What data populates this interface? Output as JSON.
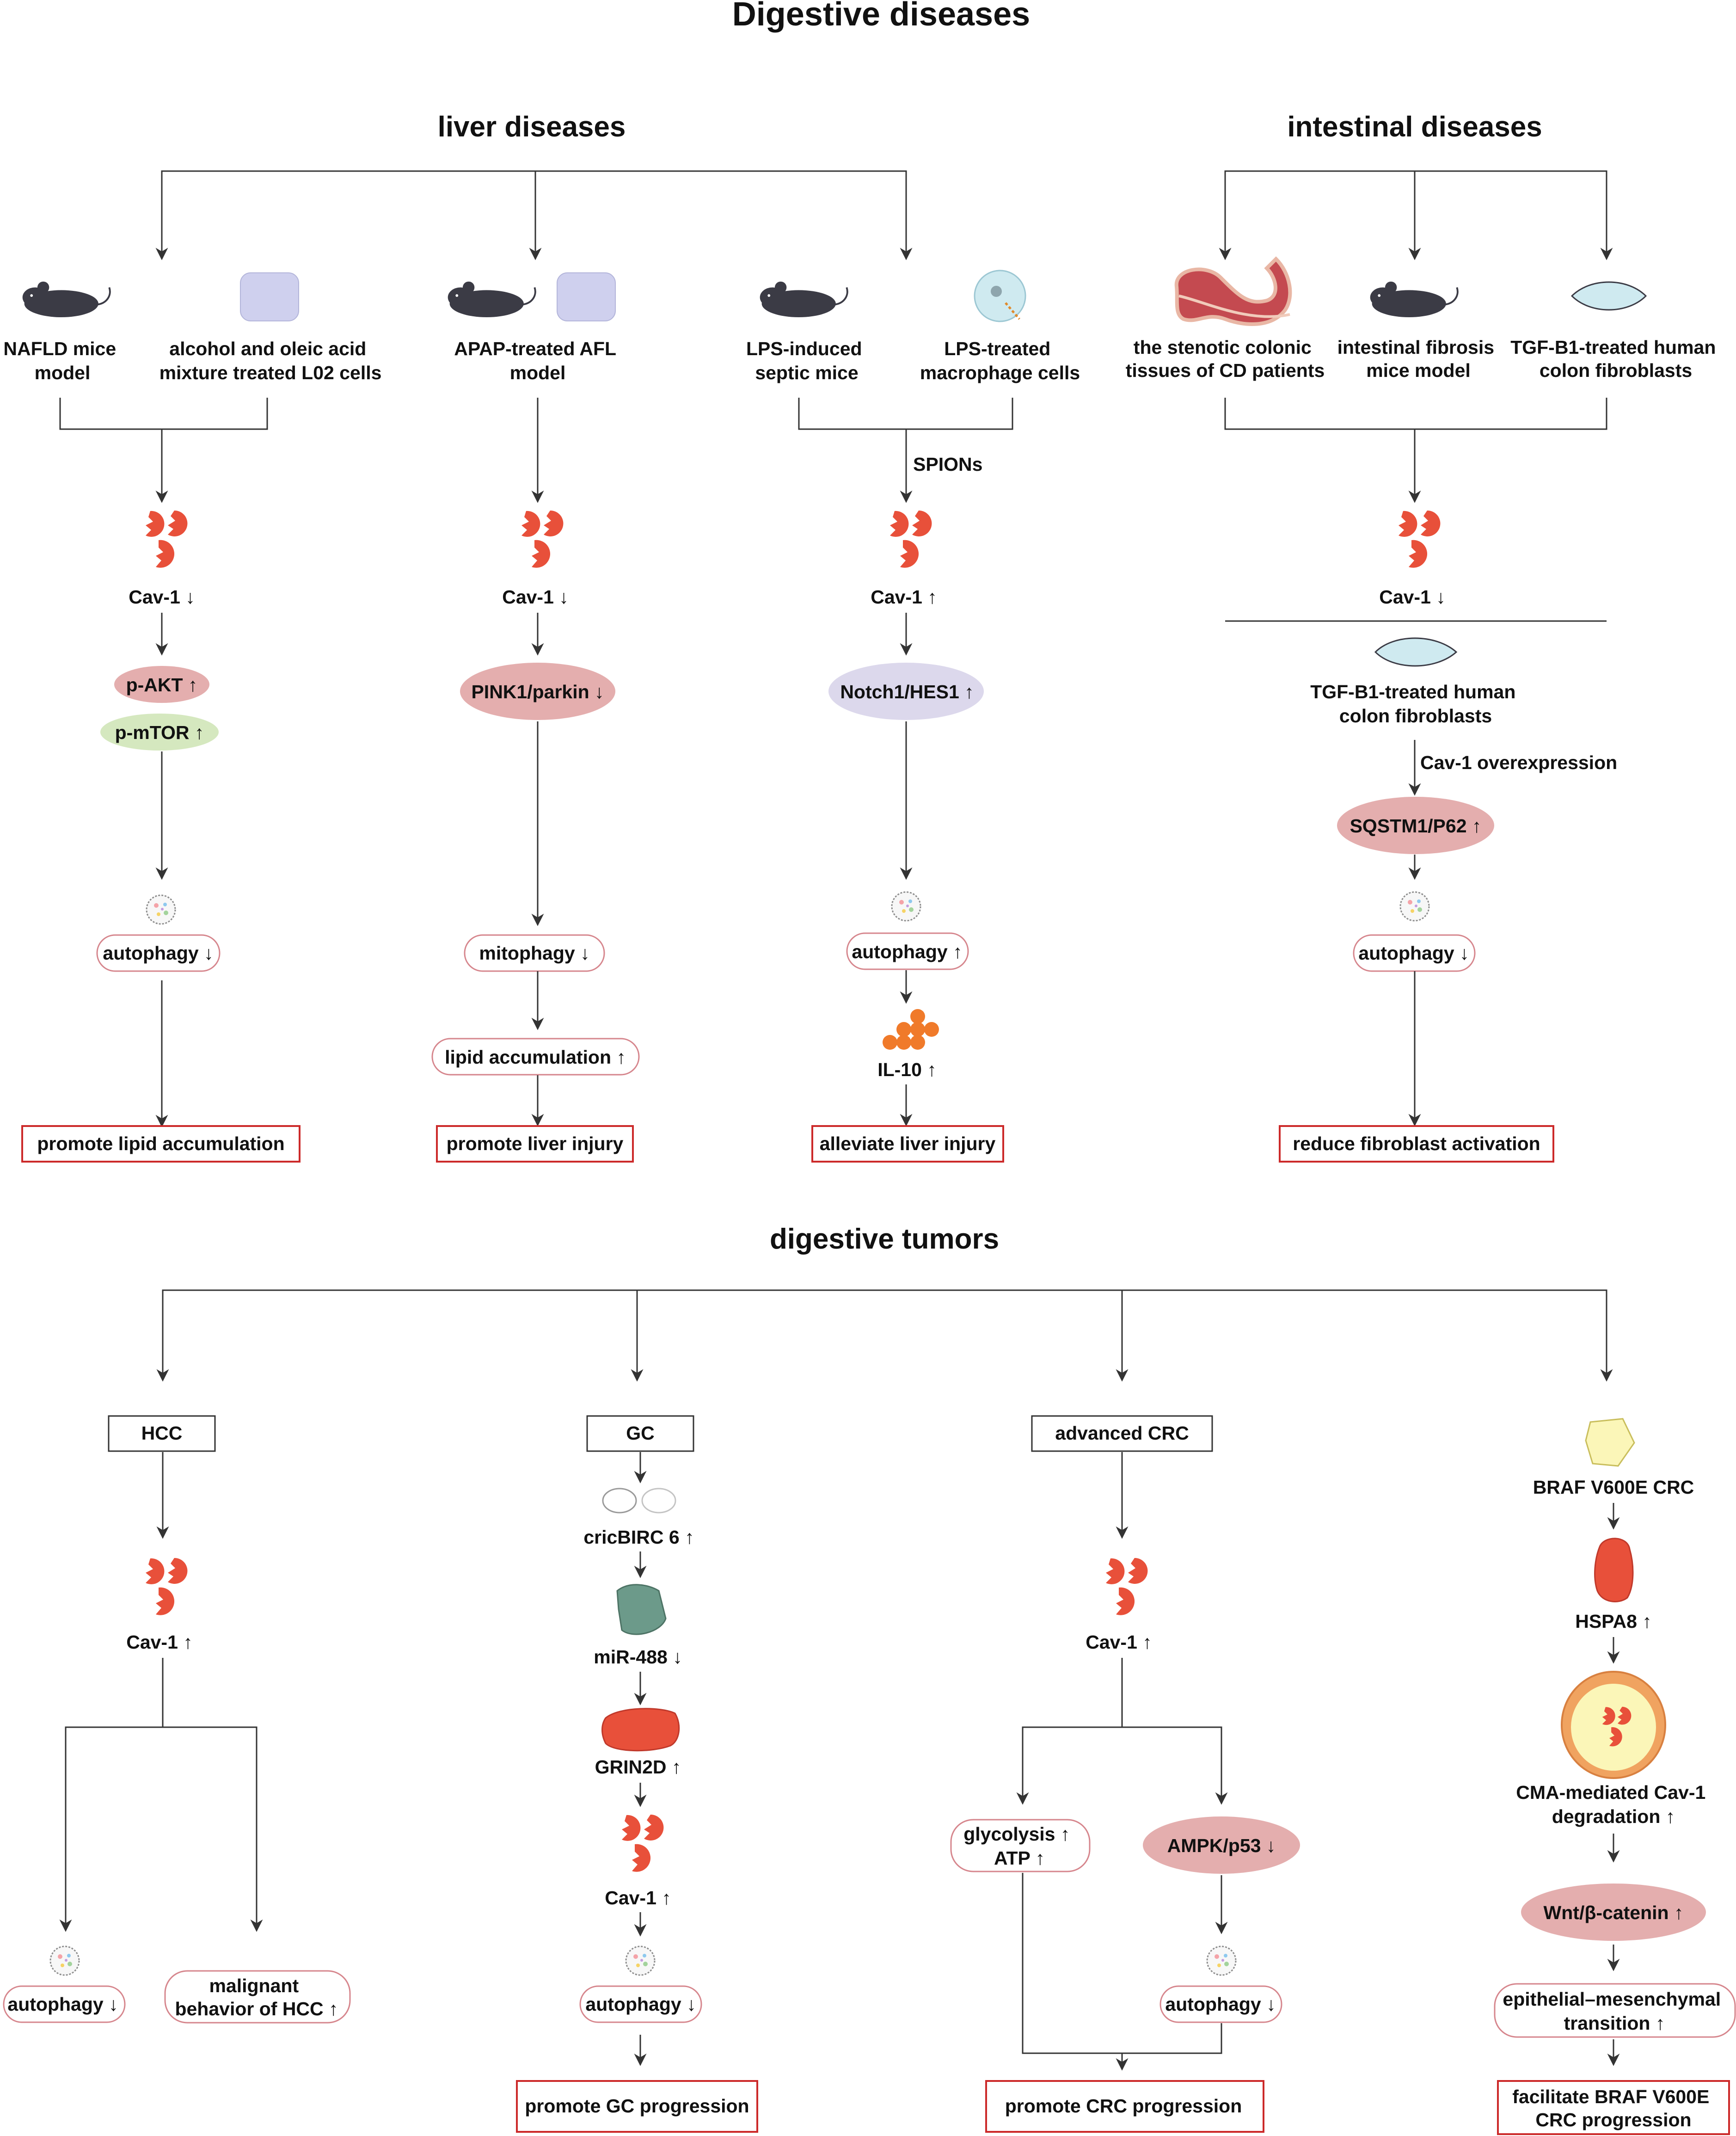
{
  "title": "Digestive diseases",
  "sections": {
    "liver": "liver diseases",
    "intestinal": "intestinal diseases",
    "tumors": "digestive tumors"
  },
  "liver": {
    "col1": {
      "model_a": [
        "NAFLD mice",
        "model"
      ],
      "model_b": [
        "alcohol and oleic acid",
        "mixture treated L02 cells"
      ],
      "cav": "Cav-1 ↓",
      "mediator_a": "p-AKT ↑",
      "mediator_b": "p-mTOR ↑",
      "process": "autophagy ↓",
      "outcome": "promote lipid accumulation"
    },
    "col2": {
      "model": [
        "APAP-treated AFL",
        "model"
      ],
      "cav": "Cav-1 ↓",
      "mediator": "PINK1/parkin ↓",
      "process": "mitophagy ↓",
      "process2": "lipid accumulation ↑",
      "outcome": "promote liver injury"
    },
    "col3": {
      "model_a": [
        "LPS-induced",
        "septic mice"
      ],
      "model_b": [
        "LPS-treated",
        "macrophage cells"
      ],
      "treatment": "SPIONs",
      "cav": "Cav-1 ↑",
      "mediator": "Notch1/HES1 ↑",
      "process": "autophagy ↑",
      "cytokine": "IL-10 ↑",
      "outcome": "alleviate liver injury"
    }
  },
  "intestinal": {
    "model_a": [
      "the stenotic colonic",
      "tissues of CD patients"
    ],
    "model_b": [
      "intestinal fibrosis",
      "mice model"
    ],
    "model_c": [
      "TGF-B1-treated human",
      "colon fibroblasts"
    ],
    "cav": "Cav-1 ↓",
    "sub_model": [
      "TGF-B1-treated human",
      "colon fibroblasts"
    ],
    "intervention": "Cav-1 overexpression",
    "mediator": "SQSTM1/P62 ↑",
    "process": "autophagy ↓",
    "outcome": "reduce fibroblast activation"
  },
  "tumors": {
    "hcc": {
      "label": "HCC",
      "cav": "Cav-1 ↑",
      "process": "autophagy ↓",
      "behavior": [
        "malignant",
        "behavior of HCC ↑"
      ]
    },
    "gc": {
      "label": "GC",
      "circ": "cricBIRC 6 ↑",
      "mirna": "miR-488 ↓",
      "grin": "GRIN2D ↑",
      "cav": "Cav-1 ↑",
      "process": "autophagy ↓",
      "outcome": "promote GC progression"
    },
    "crc": {
      "label": "advanced  CRC",
      "cav": "Cav-1 ↑",
      "glycolysis": [
        "glycolysis ↑",
        "ATP ↑"
      ],
      "ampk": "AMPK/p53 ↓",
      "process": "autophagy ↓",
      "outcome": "promote CRC progression"
    },
    "braf": {
      "label": "BRAF V600E CRC",
      "hspa": "HSPA8 ↑",
      "cma": [
        "CMA-mediated Cav-1",
        "degradation ↑"
      ],
      "wnt": "Wnt/β-catenin ↑",
      "emt": [
        "epithelial–mesenchymal",
        "transition ↑"
      ],
      "outcome": [
        "facilitate BRAF V600E",
        "CRC progression"
      ]
    }
  },
  "colors": {
    "outcome_border": "#cc2a2a",
    "pill_border": "#d6868d",
    "pink_node": "#e4aeae",
    "green_node": "#d5e8bf",
    "lavender_node": "#dcd8ec",
    "cav_red": "#e8503a",
    "mouse": "#3b3b45",
    "cell_fill": "#cfd0ee",
    "fibroblast": "#cfeaf0"
  }
}
